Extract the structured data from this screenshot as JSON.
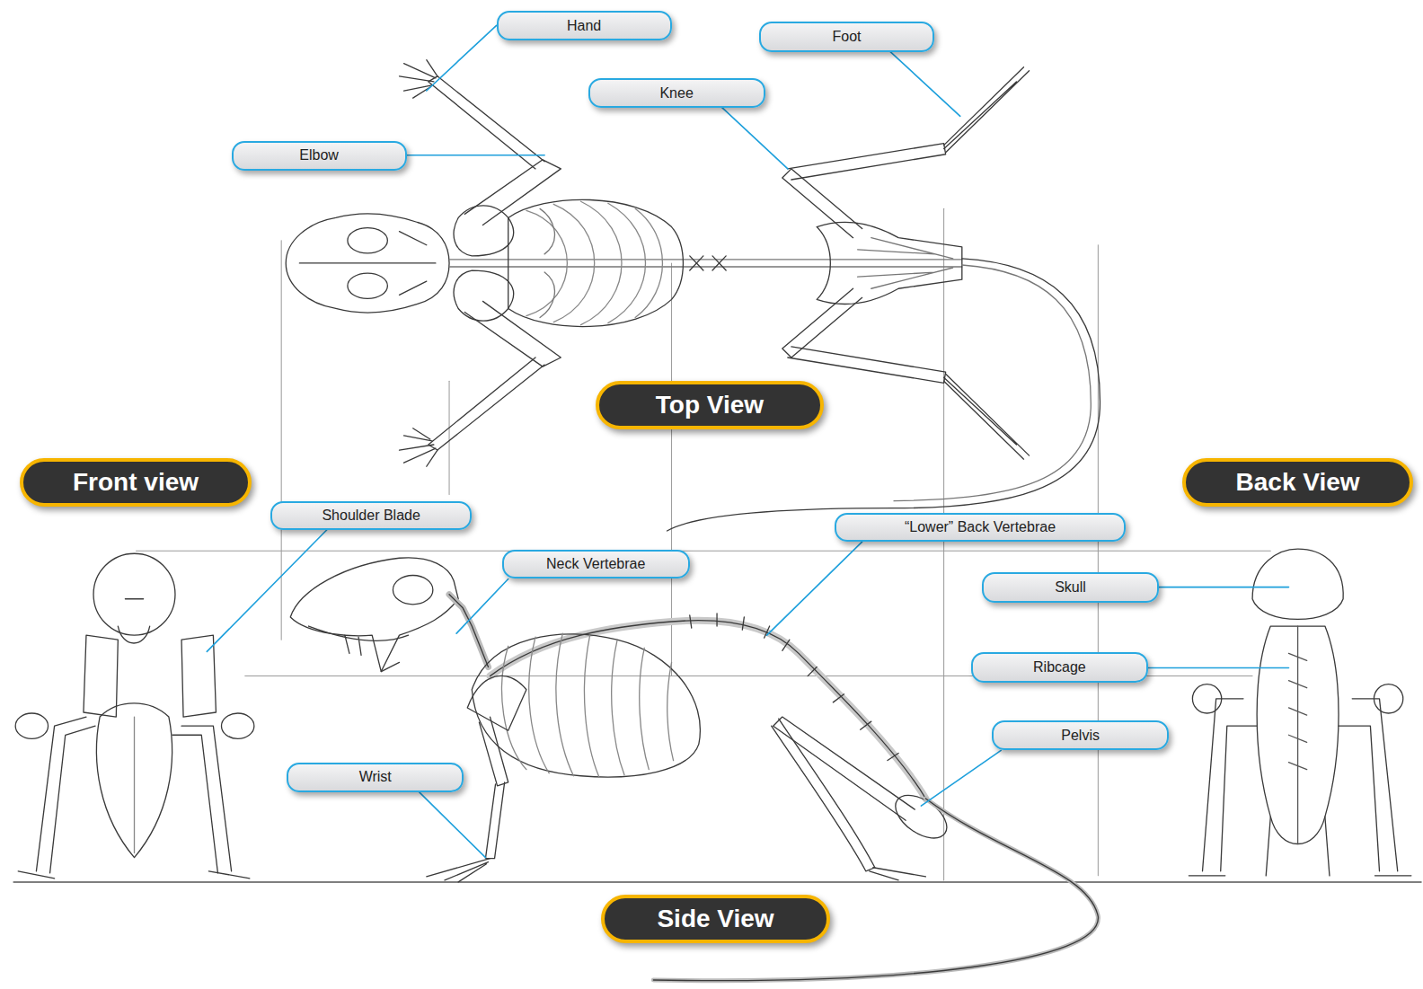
{
  "diagram": {
    "nodes": [
      {
        "text": [
          "Hand"
        ]
      },
      {
        "text": [
          "Foot"
        ]
      },
      {
        "text": [
          "Knee"
        ]
      },
      {
        "text": [
          "Elbow"
        ]
      },
      {
        "text": [
          "Top View"
        ]
      },
      {
        "text": [
          "Front view"
        ]
      },
      {
        "text": [
          "Back View"
        ]
      },
      {
        "text": [
          "Shoulder Blade"
        ]
      },
      {
        "text": [
          "“Lower” Back Vertebrae"
        ]
      },
      {
        "text": [
          "Neck Vertebrae"
        ]
      },
      {
        "text": [
          "Skull"
        ]
      },
      {
        "text": [
          "Ribcage"
        ]
      },
      {
        "text": [
          "Pelvis"
        ]
      },
      {
        "text": [
          "Wrist"
        ]
      },
      {
        "text": [
          "Side View"
        ]
      }
    ]
  }
}
